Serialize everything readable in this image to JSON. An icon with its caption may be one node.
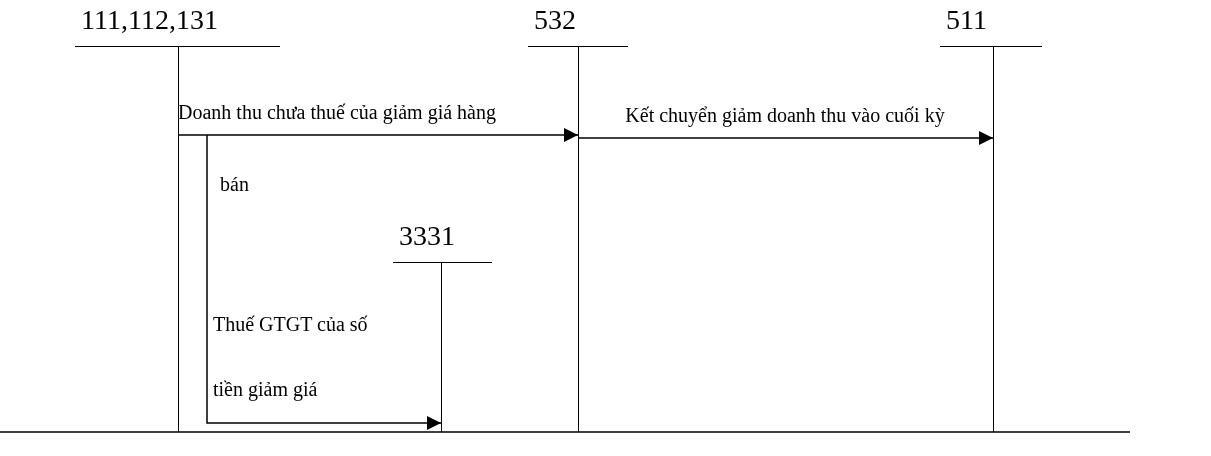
{
  "diagram": {
    "nodes": [
      {
        "text": [
          "111,112,131"
        ]
      },
      {
        "text": [
          "532"
        ]
      },
      {
        "text": [
          "511"
        ]
      },
      {
        "text": [
          "3331"
        ]
      }
    ],
    "edges": [
      {
        "from": 0,
        "to": 1,
        "arrow": "to",
        "label": "Doanh thu chưa thuế của giảm giá hàng bán"
      },
      {
        "from": 1,
        "to": 2,
        "arrow": "to",
        "label": "Kết chuyển giảm doanh thu vào cuối kỳ"
      },
      {
        "from": 0,
        "to": 3,
        "arrow": "to",
        "label": "Thuế GTGT của số tiền giảm giá"
      }
    ]
  }
}
